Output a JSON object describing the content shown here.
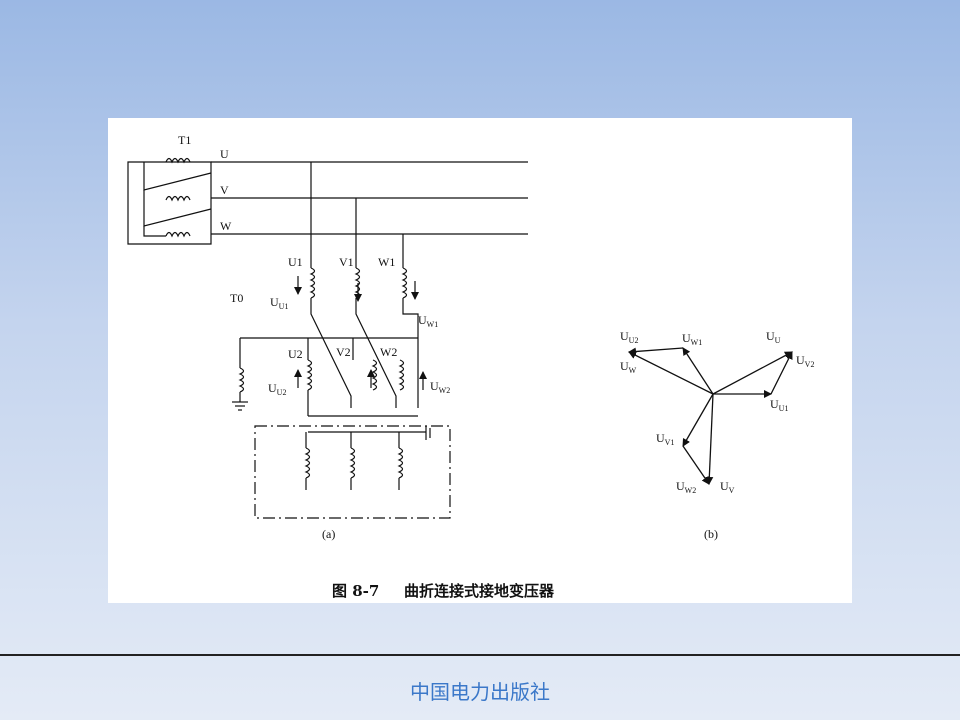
{
  "figure": {
    "transformer_T1": "T1",
    "transformer_T0": "T0",
    "phases": {
      "u": "U",
      "v": "V",
      "w": "W"
    },
    "windings": {
      "u1": "U1",
      "v1": "V1",
      "w1": "W1",
      "u2": "U2",
      "v2": "V2",
      "w2": "W2"
    },
    "voltage_symbol": "U",
    "voltage_subscripts": {
      "u1": "U1",
      "w1": "W1",
      "u2": "U2",
      "w2": "W2",
      "u": "U",
      "v": "V",
      "w": "W",
      "v1": "V1",
      "v2": "V2"
    },
    "label_a": "(a)",
    "label_b": "(b)",
    "caption_number": "图 8-7",
    "caption_title": "曲折连接式接地变压器"
  },
  "footer": {
    "publisher": "中国电力出版社"
  }
}
